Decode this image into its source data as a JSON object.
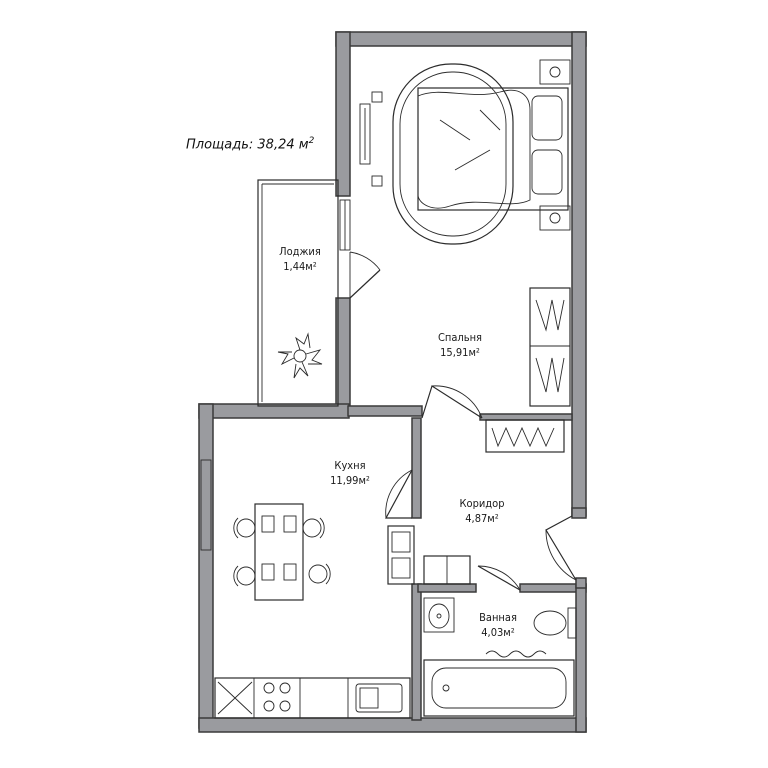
{
  "title": {
    "prefix": "Площадь: 38,24 м",
    "unit_superscript": "2"
  },
  "rooms": [
    {
      "id": "loggia",
      "name": "Лоджия",
      "area": "1,44м²"
    },
    {
      "id": "bedroom",
      "name": "Спальня",
      "area": "15,91м²"
    },
    {
      "id": "kitchen",
      "name": "Кухня",
      "area": "11,99м²"
    },
    {
      "id": "corridor",
      "name": "Коридор",
      "area": "4,87м²"
    },
    {
      "id": "bathroom",
      "name": "Ванная",
      "area": "4,03м²"
    }
  ],
  "colors": {
    "wall": "#9a9b9f",
    "line": "#2b2b2b",
    "background": "#ffffff"
  }
}
